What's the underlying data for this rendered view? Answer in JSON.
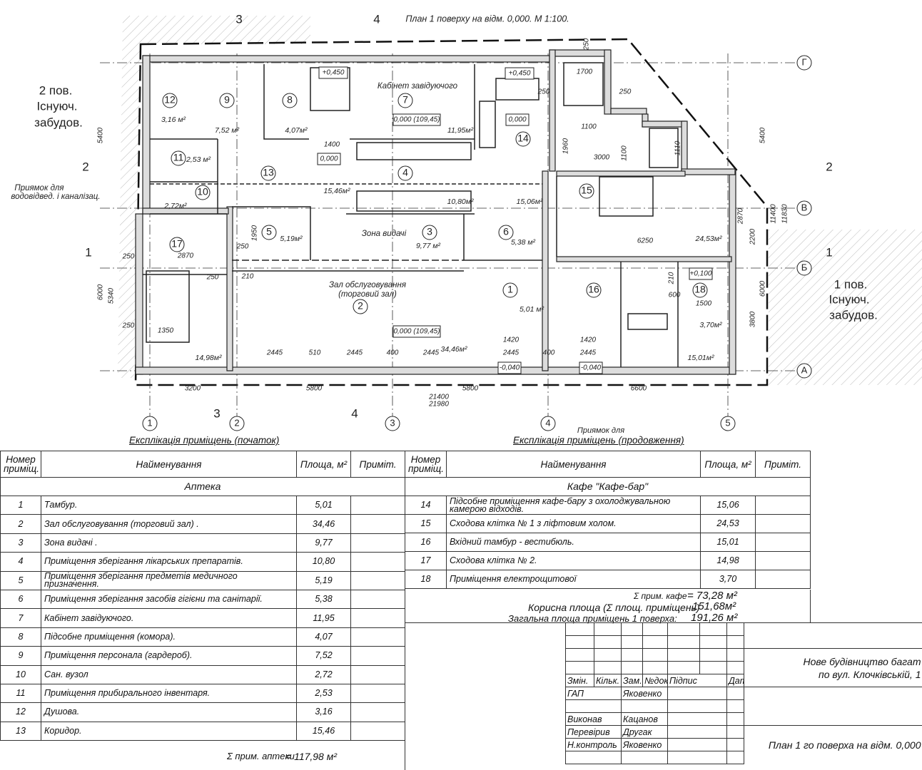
{
  "plan": {
    "title": "План 1 поверху на відм. 0,000.  М 1:100.",
    "existing_left": [
      "2 пов.",
      "Існуюч.",
      "забудов."
    ],
    "existing_right": [
      "1 пов.",
      "Існуюч.",
      "забудов."
    ],
    "pit_note": [
      "Приямок для",
      "водовідвед. і каналізац."
    ],
    "pit_note2": "Приямок для",
    "room_names": [
      "Кабінет завідуючого",
      "Зона видачі",
      "Зал обслуговування",
      "(торговий зал)"
    ],
    "room_numbers": [
      "12",
      "9",
      "8",
      "7",
      "14",
      "11",
      "13",
      "4",
      "10",
      "15",
      "5",
      "3",
      "6",
      "17",
      "1",
      "16",
      "18",
      "2"
    ],
    "areas": [
      "3,16 м²",
      "7,52 м²",
      "4,07м²",
      "11,95м²",
      "2,53 м²",
      "2,72м²",
      "15,46м²",
      "10,80м²",
      "15,06м²",
      "5,19м²",
      "9,77 м²",
      "5,38 м²",
      "24,53м²",
      "14,98м²",
      "34,46м²",
      "5,01 м²",
      "3,70м²",
      "15,01м²"
    ],
    "levels": [
      "+0,450",
      "+0,450",
      "0,000 (109,45)",
      "0,000",
      "0,000",
      "0,000 (109,45)",
      "-0,040",
      "-0,040",
      "+0,100"
    ],
    "dims": [
      "5400",
      "6000",
      "5340",
      "1700",
      "250",
      "250",
      "250",
      "1100",
      "1960",
      "3000",
      "1100",
      "1110",
      "1400",
      "1950",
      "250",
      "250",
      "2870",
      "250",
      "210",
      "1350",
      "250",
      "2445",
      "510",
      "2445",
      "400",
      "2445",
      "1420",
      "1420",
      "2445",
      "400",
      "2445",
      "6250",
      "2870",
      "210",
      "600",
      "1500",
      "3200",
      "5800",
      "5800",
      "6600",
      "21400",
      "21980",
      "5400",
      "11400",
      "11830",
      "2200",
      "6000",
      "3800"
    ],
    "axes": [
      "1",
      "2",
      "3",
      "4",
      "5",
      "Г",
      "В",
      "Б",
      "А"
    ],
    "sections": [
      "3",
      "4",
      "2",
      "2",
      "1",
      "1",
      "3",
      "4"
    ]
  },
  "explication_left": {
    "title": "Експлікація приміщень (початок)",
    "headers": [
      "Номер приміщ.",
      "Найменування",
      "Площа, м²",
      "Приміт."
    ],
    "group": "Аптека",
    "rows": [
      [
        "1",
        "Тамбур.",
        "5,01"
      ],
      [
        "2",
        "Зал обслуговування (торговий зал) .",
        "34,46"
      ],
      [
        "3",
        "Зона видачі .",
        "9,77"
      ],
      [
        "4",
        "Приміщення зберігання лікарських препаратів.",
        "10,80"
      ],
      [
        "5",
        "Приміщення зберігання предметів медичного призначення.",
        "5,19"
      ],
      [
        "6",
        "Приміщення зберігання засобів гігієни та санітарії.",
        "5,38"
      ],
      [
        "7",
        "Кабінет завідуючого.",
        "11,95"
      ],
      [
        "8",
        "Підсобне приміщення (комора).",
        "4,07"
      ],
      [
        "9",
        "Приміщення персонала (гардероб).",
        "7,52"
      ],
      [
        "10",
        "Сан. вузол",
        "2,72"
      ],
      [
        "11",
        "Приміщення прибирального інвентаря.",
        "2,53"
      ],
      [
        "12",
        "Душова.",
        "3,16"
      ],
      [
        "13",
        "Коридор.",
        "15,46"
      ]
    ],
    "sum_label": "Σ прим. аптеки",
    "sum_value": "= 117,98 м²"
  },
  "explication_right": {
    "title": "Експлікація приміщень (продовження)",
    "headers": [
      "Номер приміщ.",
      "Найменування",
      "Площа, м²",
      "Приміт."
    ],
    "group": "Кафе \"Кафе-бар\"",
    "rows": [
      [
        "14",
        "Підсобне приміщення кафе-бару з охолоджувальною камерою відходів.",
        "15,06"
      ],
      [
        "15",
        "Сходова клітка № 1 з ліфтовим холом.",
        "24,53"
      ],
      [
        "16",
        "Вхідний тамбур - вестибюль.",
        "15,01"
      ],
      [
        "17",
        "Сходова клітка № 2.",
        "14,98"
      ],
      [
        "18",
        "Приміщення електрощитової",
        "3,70"
      ]
    ],
    "sum_cafe_label": "Σ прим. кафе",
    "sum_cafe_value": "= 73,28 м²",
    "useful_label": "Корисна площа (Σ площ. приміщень)",
    "useful_value": "151,68м²",
    "total_label": "Загальна площа приміщень 1 поверха:",
    "total_value": "191,26 м²"
  },
  "title_block": {
    "headers": [
      "Змін.",
      "Кільк.",
      "Зам.",
      "№док.",
      "Підпис",
      "Дата"
    ],
    "roles": [
      [
        "ГАП",
        "Яковенко"
      ],
      [
        "Виконав",
        "Кацанов"
      ],
      [
        "Перевірив",
        "Другак"
      ],
      [
        "Н.контроль",
        "Яковенко"
      ]
    ],
    "project": [
      "Нове будівництво багат",
      "по вул. Клочківській, 1"
    ],
    "sheet": "План 1 го поверха на відм. 0,000"
  }
}
